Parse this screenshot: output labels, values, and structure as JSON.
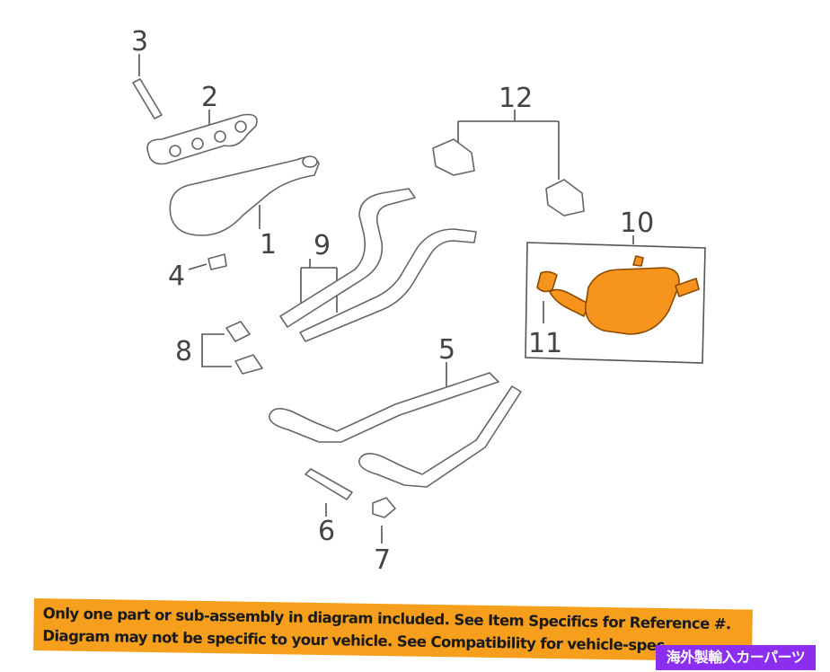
{
  "callouts": [
    "1",
    "2",
    "3",
    "4",
    "5",
    "6",
    "7",
    "8",
    "9",
    "10",
    "11",
    "12"
  ],
  "highlight_color": "#f7941d",
  "banner": {
    "line1": "Only one part or sub-assembly in diagram included. See Item Specifics for Reference #.",
    "line2": "Diagram may not be specific to your vehicle. See Compatibility for vehicle-spec",
    "color": "#f59f1c"
  },
  "badge": {
    "text": "海外製輸入カーパーツ",
    "color": "#8b2ef0"
  }
}
